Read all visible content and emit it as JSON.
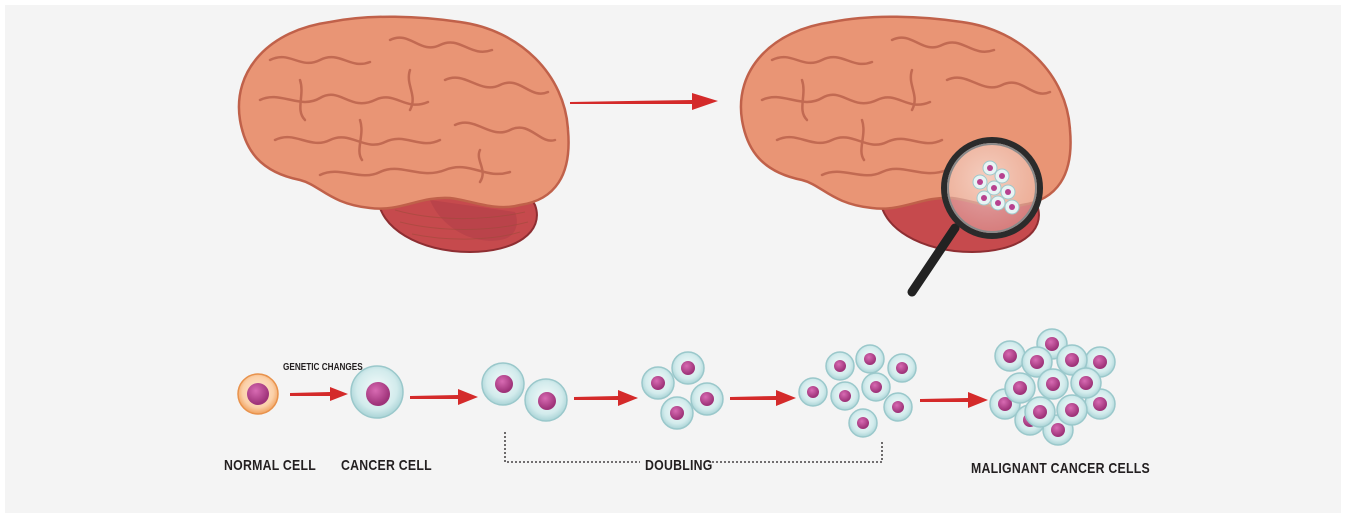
{
  "labels": {
    "genetic_changes": "GENETIC CHANGES",
    "normal_cell": "NORMAL CELL",
    "cancer_cell": "CANCER CELL",
    "doubling": "DOUBLING",
    "malignant_cancer_cells": "MALIGNANT CANCER CELLS"
  },
  "colors": {
    "background": "#f4f4f4",
    "brain": "#e99575",
    "brain_outline": "#c0614a",
    "cerebellum": "#c64a4d",
    "arrow": "#d42a2a",
    "cancer_cell_body": "#cfe9ea",
    "cancer_cell_nucleus": "#b7418f",
    "normal_cell_body": "#f4b27a",
    "text": "#231f20"
  }
}
